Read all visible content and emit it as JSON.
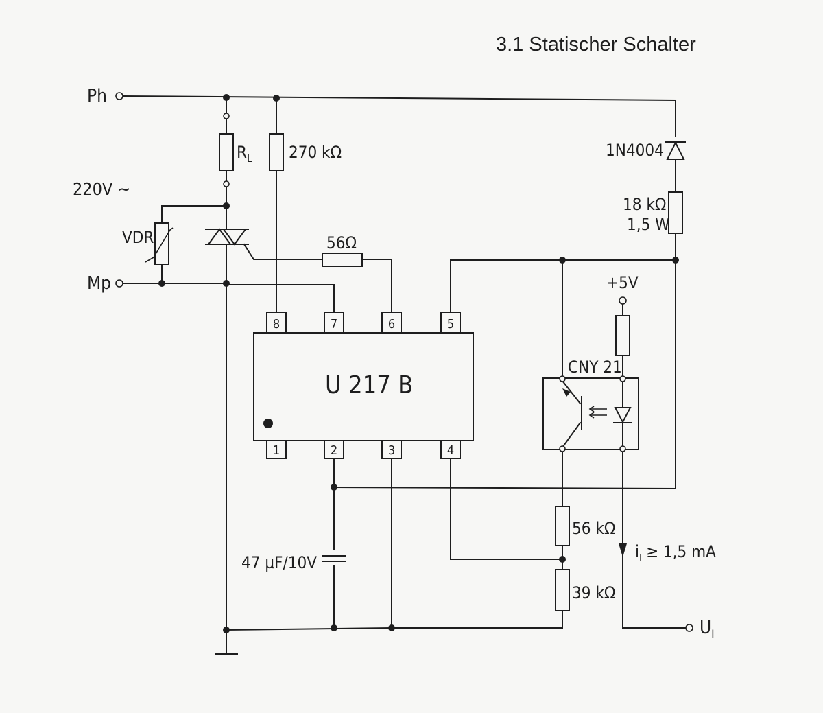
{
  "title": "3.1 Statischer Schalter",
  "nodes": {
    "ph": "Ph",
    "mp": "Mp",
    "supply": "220V ~",
    "ui": "U",
    "ui_sub": "I",
    "plus5": "+5V"
  },
  "components": {
    "rl": "R",
    "rl_sub": "L",
    "r270": "270 kΩ",
    "vdr": "VDR",
    "r56": "56Ω",
    "diode": "1N4004",
    "r18_value": "18 kΩ",
    "r18_power": "1,5 W",
    "ic": "U 217 B",
    "optocoupler": "CNY 21",
    "r56k": "56 kΩ",
    "r39k": "39 kΩ",
    "cap": "47 µF/10V",
    "current_i": "i",
    "current_sub": "I",
    "current_value": "≥ 1,5 mA"
  },
  "ic_pins_top": [
    "8",
    "7",
    "6",
    "5"
  ],
  "ic_pins_bottom": [
    "1",
    "2",
    "3",
    "4"
  ]
}
